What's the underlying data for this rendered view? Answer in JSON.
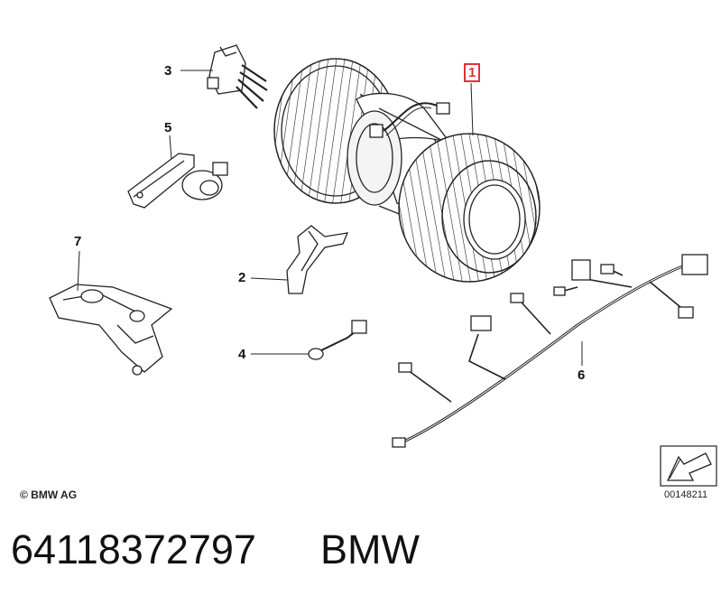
{
  "diagram": {
    "callouts": [
      {
        "id": "1",
        "text": "1",
        "highlighted": true
      },
      {
        "id": "2",
        "text": "2",
        "highlighted": false
      },
      {
        "id": "3",
        "text": "3",
        "highlighted": false
      },
      {
        "id": "4",
        "text": "4",
        "highlighted": false
      },
      {
        "id": "5",
        "text": "5",
        "highlighted": false
      },
      {
        "id": "6",
        "text": "6",
        "highlighted": false
      },
      {
        "id": "7",
        "text": "7",
        "highlighted": false
      }
    ],
    "copyright": "© BMW AG",
    "diagram_number": "00148211",
    "highlight_color": "#e0323c",
    "line_color": "#222222"
  },
  "caption": {
    "part_number": "64118372797",
    "brand": "BMW"
  }
}
